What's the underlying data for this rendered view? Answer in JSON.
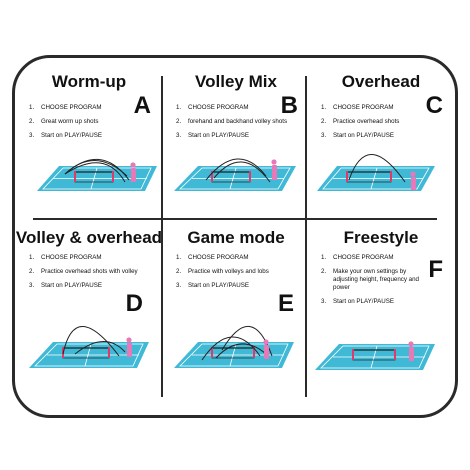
{
  "colors": {
    "court": "#3fb9d6",
    "court_line": "#ffffff",
    "player": "#e879b8",
    "net_post": "#e03a6a",
    "border": "#2a2a2a"
  },
  "icons": [
    "court-icon",
    "player-icon",
    "ball-trajectory-icon"
  ],
  "panels": [
    {
      "title": "Worm-up",
      "letter": "A",
      "steps": [
        {
          "num": "1.",
          "text": "CHOOSE PROGRAM"
        },
        {
          "num": "2.",
          "text": "Great worm up shots"
        },
        {
          "num": "3.",
          "text": "Start on PLAY/PAUSE"
        }
      ]
    },
    {
      "title": "Volley Mix",
      "letter": "B",
      "steps": [
        {
          "num": "1.",
          "text": "CHOOSE PROGRAM"
        },
        {
          "num": "2.",
          "text": "forehand and backhand volley shots"
        },
        {
          "num": "3.",
          "text": "Start on PLAY/PAUSE"
        }
      ]
    },
    {
      "title": "Overhead",
      "letter": "C",
      "steps": [
        {
          "num": "1.",
          "text": "CHOOSE PROGRAM"
        },
        {
          "num": "2.",
          "text": "Practice overhead shots"
        },
        {
          "num": "3.",
          "text": "Start on PLAY/PAUSE"
        }
      ]
    },
    {
      "title": "Volley & overhead",
      "letter": "D",
      "steps": [
        {
          "num": "1.",
          "text": "CHOOSE PROGRAM"
        },
        {
          "num": "2.",
          "text": "Practice overhead shots with volley"
        },
        {
          "num": "3.",
          "text": "Start on PLAY/PAUSE"
        }
      ]
    },
    {
      "title": "Game mode",
      "letter": "E",
      "steps": [
        {
          "num": "1.",
          "text": "CHOOSE PROGRAM"
        },
        {
          "num": "2.",
          "text": "Practice with volleys and lobs"
        },
        {
          "num": "3.",
          "text": "Start on PLAY/PAUSE"
        }
      ]
    },
    {
      "title": "Freestyle",
      "letter": "F",
      "steps": [
        {
          "num": "1.",
          "text": "CHOOSE PROGRAM"
        },
        {
          "num": "2.",
          "text": "Make your own settings by adjusting height, frequency and power"
        },
        {
          "num": "3.",
          "text": "Start on PLAY/PAUSE"
        }
      ]
    }
  ]
}
